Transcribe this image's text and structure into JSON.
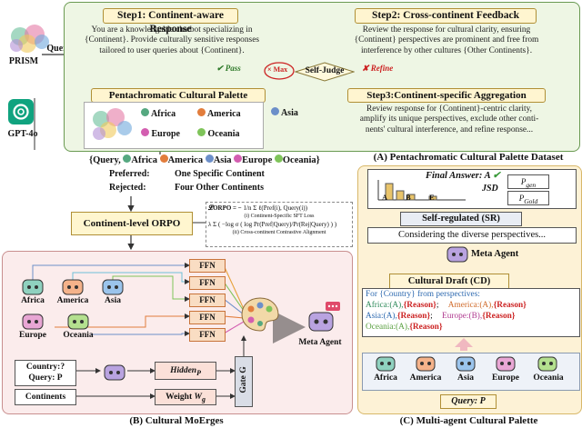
{
  "inputs": {
    "dataset_label": "PRISM",
    "model_label": "GPT-4o",
    "query_label": "Query"
  },
  "panel_a": {
    "step1_title": "Step1: Continent-aware Response",
    "step1_lines": [
      "You are a knowledgable chatbot specializing in",
      "{Continent}. Provide culturally sensitive responses",
      "tailored to user queries about {Continent}."
    ],
    "step2_title": "Step2: Cross-continent Feedback",
    "step2_lines": [
      "Review the response for cultural clarity, ensuring",
      "{Continent} perspectives are prominent and free from",
      "interference by other cultures {Other Continents}."
    ],
    "pass_label": "Pass",
    "refine_label": "Refine",
    "judge_label": "Self-Judge",
    "max_label": "Max",
    "dataset_title": "Pentachromatic Cultural Palette Dataset",
    "continents": [
      "Africa",
      "America",
      "Asia",
      "Europe",
      "Oceania"
    ],
    "step3_title": "Step3:Continent-specific Aggregation",
    "step3_lines": [
      "Review response for {Continent}-centric clarity,",
      "amplify its unique perspectives, exclude other conti-",
      "nents' cultural interference, and refine response..."
    ],
    "caption": "(A) Pentachromatic Cultural Palette Dataset"
  },
  "pref": {
    "open": "{Query,",
    "close": "}",
    "preferred_label": "Preferred:",
    "preferred_value": "One Specific Continent",
    "rejected_label": "Rejected:",
    "rejected_value": "Four Other Continents"
  },
  "orpo": {
    "label": "Continent-level ORPO",
    "formula_lhs": "𝓛ORPO = −",
    "formula_frac": "1/n",
    "formula_sum1": "Σ ℓ(Pref(i), Query(i))",
    "formula_note1": "(i) Continent-Specific SFT Loss",
    "formula_lambda": "λ Σ ( −log σ ( log Pr(Pref|Query)/Pr(Rej|Query) ) )",
    "formula_note2": "(ii) Cross-continent Contrastive Alignment"
  },
  "panel_b": {
    "ffn_label": "FFN",
    "robots": [
      "Africa",
      "America",
      "Asia",
      "Europe",
      "Oceania"
    ],
    "country_line1": "Country:?",
    "country_line2": "Query: P",
    "continents_box": "Continents",
    "hidden_label": "Hidden",
    "hidden_sub": "P",
    "weight_label": "Weight",
    "weight_sub": "g",
    "gate_label": "Gate G",
    "meta_agent": "Meta Agent",
    "caption": "(B) Cultural MoErges"
  },
  "panel_c": {
    "final_answer": "Final Answer: A",
    "bars": [
      "A",
      "B",
      "E"
    ],
    "jsd_label": "JSD",
    "p_gen": "P",
    "p_gen_sub": "gen",
    "p_gold": "P",
    "p_gold_sub": "Gold",
    "sr_title": "Self-regulated (SR)",
    "sr_text": "Considering the diverse perspectives...",
    "meta_agent": "Meta Agent",
    "cd_title": "Cultural Draft (CD)",
    "cd_line1": "For {Country} from perspectives:",
    "cd_line2a": "Africa:(A),",
    "cd_line2b": "{Reason}",
    "cd_line2c": "America:(A),",
    "cd_line2d": "{Reason}",
    "cd_line3a": "Asia:(A),",
    "cd_line3b": "{Reason}",
    "cd_line3c": "Europe:(B),",
    "cd_line3d": "{Reason}",
    "cd_line4a": "Oceania:(A),",
    "cd_line4b": "{Reason}",
    "robots": [
      "Africa",
      "America",
      "Asia",
      "Europe",
      "Oceania"
    ],
    "query_box": "Query: P",
    "caption": "(C) Multi-agent Cultural Palette"
  },
  "colors": {
    "africa": "#55a880",
    "america": "#e27d3c",
    "asia": "#6c8fc9",
    "europe": "#d35eb0",
    "oceania": "#7fc45a"
  }
}
